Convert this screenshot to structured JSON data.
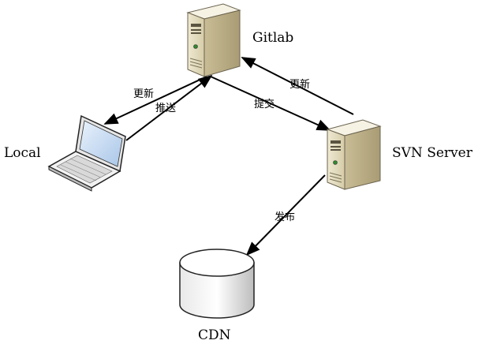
{
  "nodes": {
    "gitlab": {
      "label": "Gitlab",
      "icon": "server-icon"
    },
    "svn": {
      "label": "SVN Server",
      "icon": "server-icon"
    },
    "local": {
      "label": "Local",
      "icon": "laptop-icon"
    },
    "cdn": {
      "label": "CDN",
      "icon": "database-cylinder-icon"
    }
  },
  "edges": {
    "gitlab_to_local": {
      "label": "更新"
    },
    "local_to_gitlab": {
      "label": "推送"
    },
    "gitlab_to_svn": {
      "label": "提交"
    },
    "svn_to_gitlab": {
      "label": "更新"
    },
    "svn_to_cdn": {
      "label": "发布"
    }
  },
  "colors": {
    "server_light": "#f3efdf",
    "server_mid": "#ddd4b4",
    "server_dark": "#b9ad88",
    "line": "#000000",
    "screen": "#cfe0f5"
  }
}
